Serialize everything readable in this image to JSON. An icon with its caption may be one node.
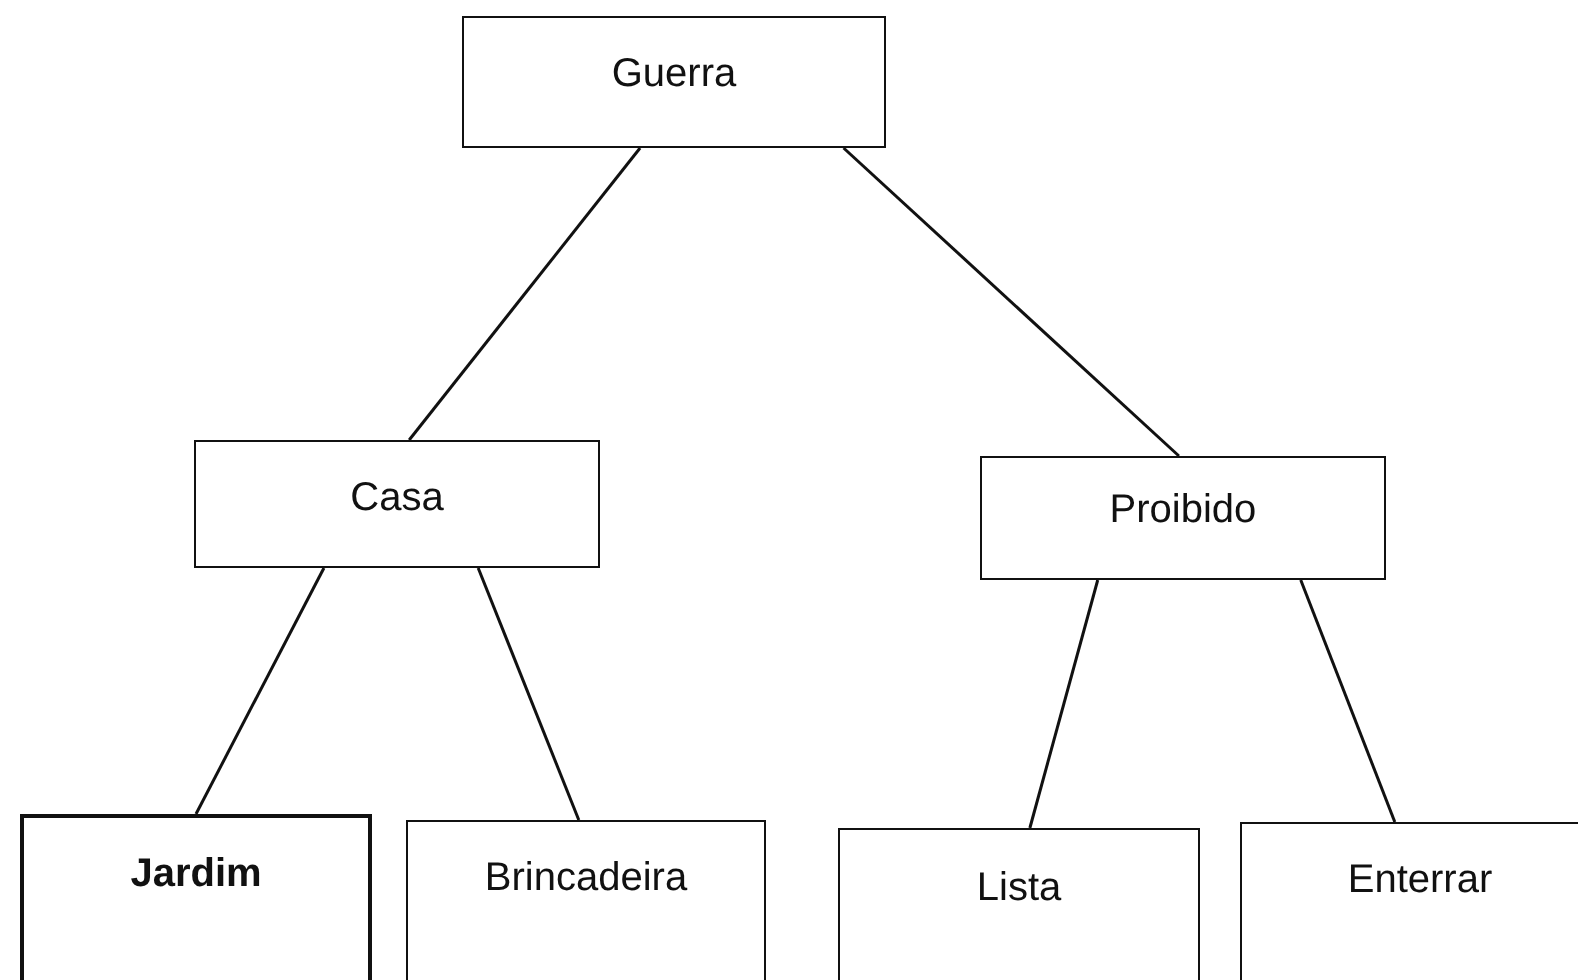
{
  "diagram": {
    "nodes": [
      {
        "text": [
          "Guerra"
        ]
      },
      {
        "text": [
          "Casa"
        ]
      },
      {
        "text": [
          "Proibido"
        ]
      },
      {
        "text": [
          "Jardim"
        ]
      },
      {
        "text": [
          "Brincadeira"
        ]
      },
      {
        "text": [
          "Lista"
        ]
      },
      {
        "text": [
          "Enterrar"
        ]
      }
    ],
    "edges": [
      {
        "from": 0,
        "to": 1,
        "arrow": "none"
      },
      {
        "from": 0,
        "to": 2,
        "arrow": "none"
      },
      {
        "from": 1,
        "to": 3,
        "arrow": "none"
      },
      {
        "from": 1,
        "to": 4,
        "arrow": "none"
      },
      {
        "from": 2,
        "to": 5,
        "arrow": "none"
      },
      {
        "from": 2,
        "to": 6,
        "arrow": "none"
      }
    ]
  }
}
